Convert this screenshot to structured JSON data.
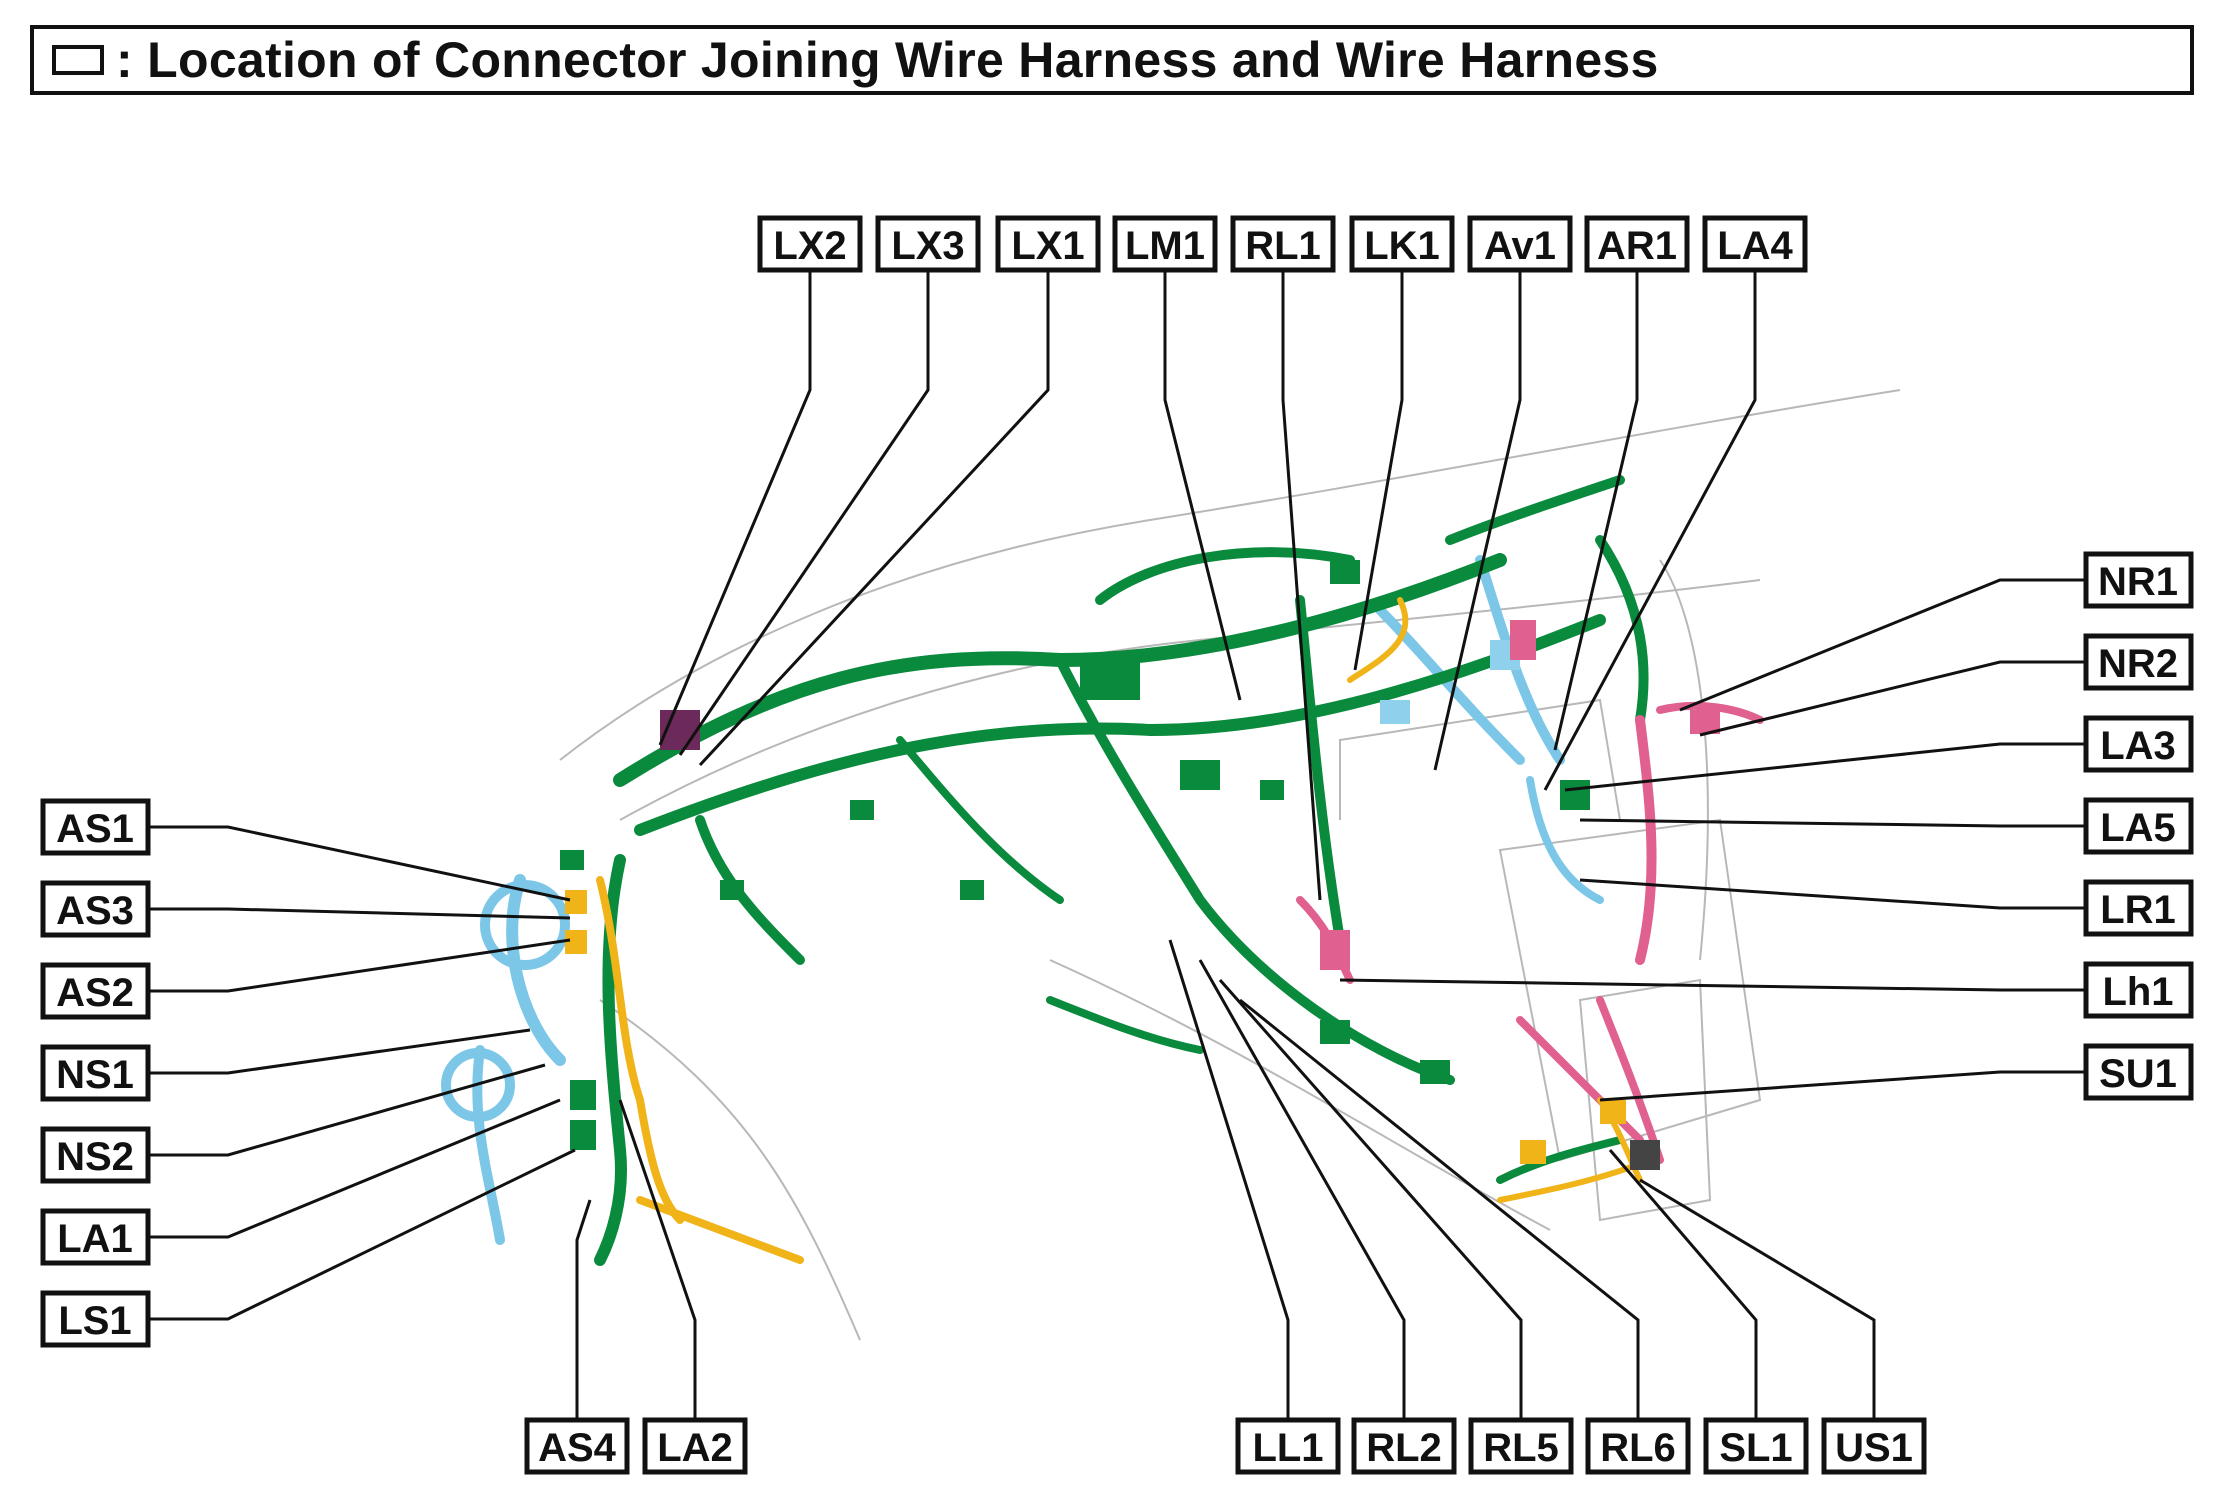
{
  "title": ": Location of Connector Joining Wire Harness and Wire Harness",
  "colors": {
    "green_harness": "#0a8a3c",
    "blue_harness": "#7cc7e8",
    "pink_harness": "#e0608f",
    "yellow_harness": "#f0b418",
    "purple_harness": "#6b2a5a",
    "black_connector": "#444444",
    "outline": "#111111"
  },
  "labels": {
    "LX2": "LX2",
    "LX3": "LX3",
    "LX1": "LX1",
    "LM1": "LM1",
    "RL1": "RL1",
    "LK1": "LK1",
    "Av1": "Av1",
    "AR1": "AR1",
    "LA4": "LA4",
    "AS1": "AS1",
    "AS3": "AS3",
    "AS2": "AS2",
    "NS1": "NS1",
    "NS2": "NS2",
    "LA1": "LA1",
    "LS1": "LS1",
    "NR1": "NR1",
    "NR2": "NR2",
    "LA3": "LA3",
    "LA5": "LA5",
    "LR1": "LR1",
    "Lh1": "Lh1",
    "SU1": "SU1",
    "AS4": "AS4",
    "LA2": "LA2",
    "LL1": "LL1",
    "RL2": "RL2",
    "RL5": "RL5",
    "RL6": "RL6",
    "SL1": "SL1",
    "US1": "US1"
  }
}
